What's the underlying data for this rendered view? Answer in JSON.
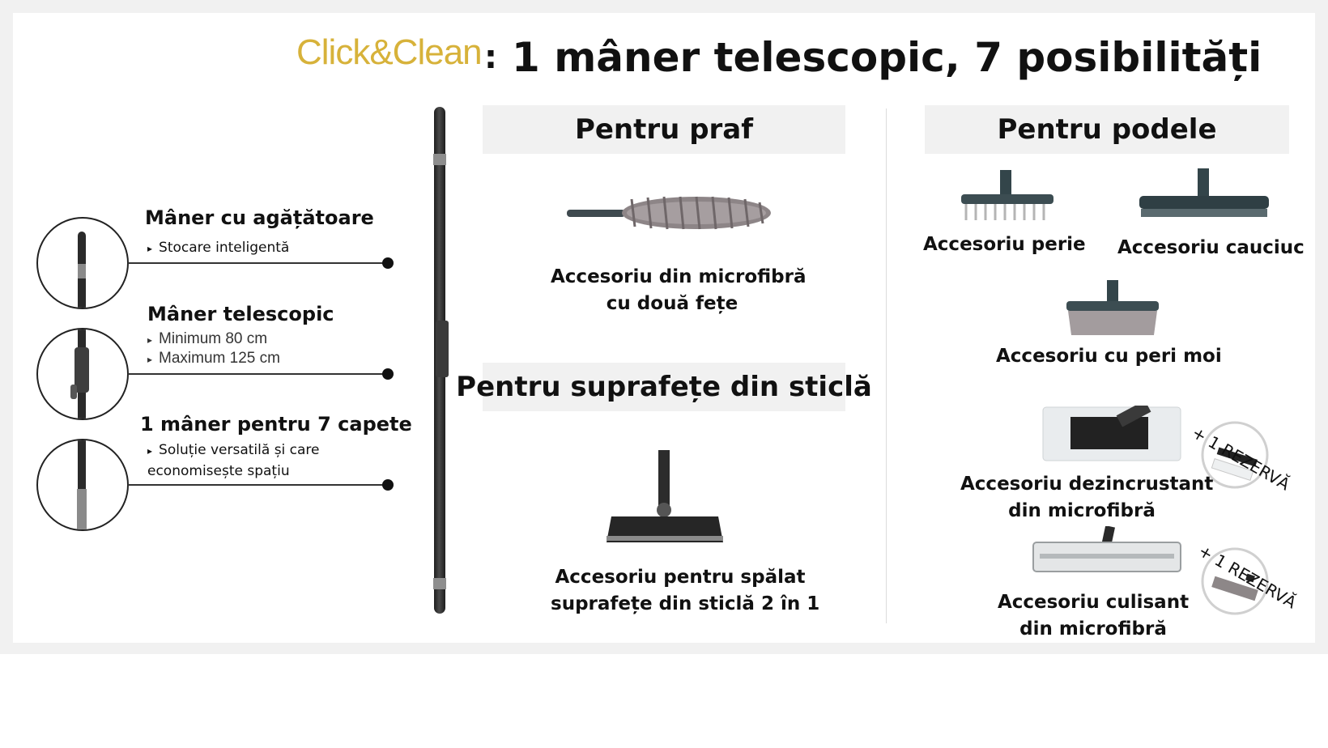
{
  "header": {
    "brand": "Click&Clean",
    "colon": ":",
    "title": "1 mâner telescopic, 7 posibilități"
  },
  "features": [
    {
      "title": "Mâner cu agățătoare",
      "bullets": [
        "Stocare inteligentă"
      ]
    },
    {
      "title": "Mâner telescopic",
      "bullets": [
        "Minimum 80 cm",
        "Maximum 125 cm"
      ]
    },
    {
      "title": "1 mâner pentru 7 capete",
      "bullets": [
        "Soluție versatilă și care",
        "economisește spațiu"
      ]
    }
  ],
  "sections": {
    "dust": {
      "heading": "Pentru praf",
      "items": [
        {
          "caption_lines": [
            "Accesoriu din microfibră",
            "cu două fețe"
          ]
        }
      ]
    },
    "glass": {
      "heading": "Pentru suprafețe din sticlă",
      "items": [
        {
          "caption_lines": [
            "Accesoriu pentru spălat",
            "suprafețe din sticlă 2 în 1"
          ]
        }
      ]
    },
    "floors": {
      "heading": "Pentru podele",
      "items": [
        {
          "caption_lines": [
            "Accesoriu perie"
          ]
        },
        {
          "caption_lines": [
            "Accesoriu cauciuc"
          ]
        },
        {
          "caption_lines": [
            "Accesoriu cu peri moi"
          ]
        },
        {
          "caption_lines": [
            "Accesoriu dezincrustant",
            "din microfibră"
          ],
          "spare": "+ 1 REZERVĂ"
        },
        {
          "caption_lines": [
            "Accesoriu culisant",
            "din microfibră"
          ],
          "spare": "+ 1 REZERVĂ"
        }
      ]
    }
  },
  "icons": {
    "bullet": "▸",
    "feature_circles": [
      "hanger-handle-icon",
      "telescopic-clip-icon",
      "handle-connector-icon"
    ],
    "products": [
      "microfiber-duster-icon",
      "window-squeegee-icon",
      "brush-head-icon",
      "rubber-squeegee-head-icon",
      "soft-bristle-head-icon",
      "microfiber-pad-icon",
      "sliding-mop-icon"
    ]
  },
  "colors": {
    "brand": "#d7b23a",
    "heading_bg": "#f1f1f1",
    "handle": "#2b2b2b"
  }
}
